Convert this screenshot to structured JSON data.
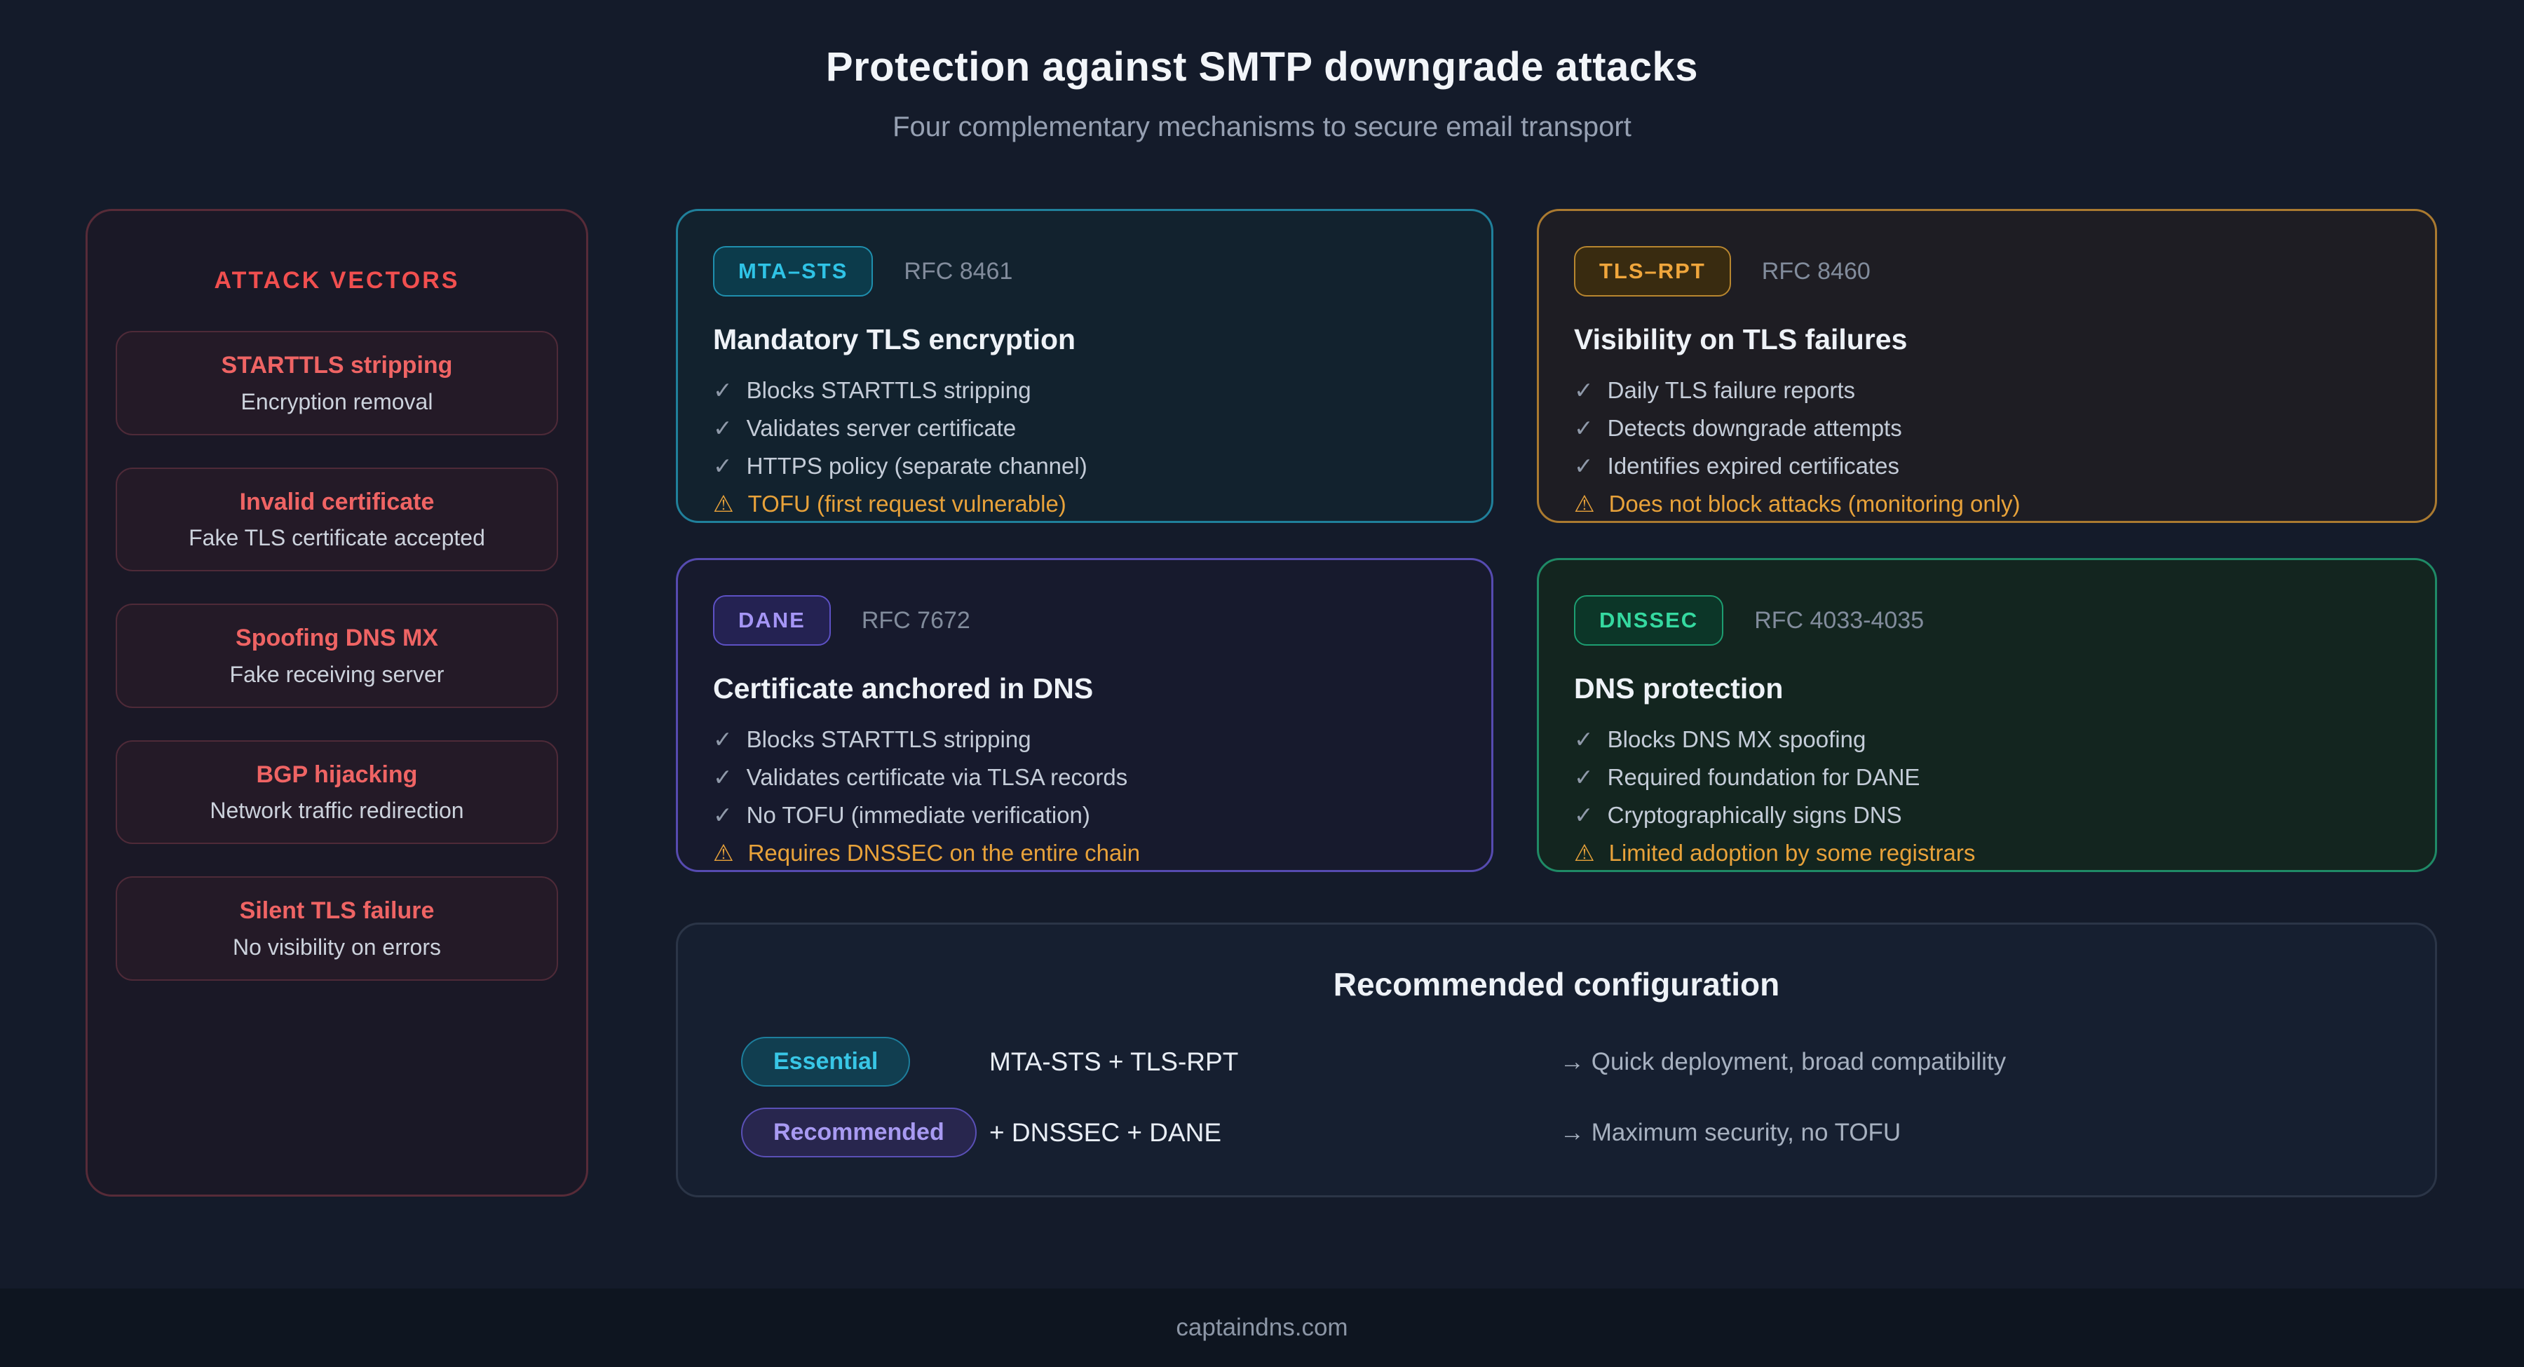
{
  "header": {
    "title": "Protection against SMTP downgrade attacks",
    "subtitle": "Four complementary mechanisms to secure email transport"
  },
  "icons": {
    "check": "✓",
    "warning": "⚠"
  },
  "attack_vectors": {
    "heading": "ATTACK VECTORS",
    "items": [
      {
        "title": "STARTTLS stripping",
        "desc": "Encryption removal"
      },
      {
        "title": "Invalid certificate",
        "desc": "Fake TLS certificate accepted"
      },
      {
        "title": "Spoofing DNS MX",
        "desc": "Fake receiving server"
      },
      {
        "title": "BGP hijacking",
        "desc": "Network traffic redirection"
      },
      {
        "title": "Silent TLS failure",
        "desc": "No visibility on errors"
      }
    ]
  },
  "cards": [
    {
      "badge": "MTA–STS",
      "rfc": "RFC 8461",
      "title": "Mandatory TLS encryption",
      "accent": "#2fc3e6",
      "points": [
        {
          "text": "Blocks STARTTLS stripping"
        },
        {
          "text": "Validates server certificate"
        },
        {
          "text": "HTTPS policy (separate channel)"
        },
        {
          "text": "TOFU (first request vulnerable)",
          "warning": true
        }
      ]
    },
    {
      "badge": "TLS–RPT",
      "rfc": "RFC 8460",
      "title": "Visibility on TLS failures",
      "accent": "#f0a63c",
      "points": [
        {
          "text": "Daily TLS failure reports"
        },
        {
          "text": "Detects downgrade attempts"
        },
        {
          "text": "Identifies expired certificates"
        },
        {
          "text": "Does not block attacks (monitoring only)",
          "warning": true
        }
      ]
    },
    {
      "badge": "DANE",
      "rfc": "RFC 7672",
      "title": "Certificate anchored in DNS",
      "accent": "#a596f6",
      "points": [
        {
          "text": "Blocks STARTTLS stripping"
        },
        {
          "text": "Validates certificate via TLSA records"
        },
        {
          "text": "No TOFU (immediate verification)"
        },
        {
          "text": "Requires DNSSEC on the entire chain",
          "warning": true
        }
      ]
    },
    {
      "badge": "DNSSEC",
      "rfc": "RFC 4033-4035",
      "title": "DNS protection",
      "accent": "#35d9a0",
      "points": [
        {
          "text": "Blocks DNS MX spoofing"
        },
        {
          "text": "Required foundation for DANE"
        },
        {
          "text": "Cryptographically signs DNS"
        },
        {
          "text": "Limited adoption by some registrars",
          "warning": true
        }
      ]
    }
  ],
  "recommendation": {
    "title": "Recommended configuration",
    "rows": [
      {
        "badge": "Essential",
        "combo": "MTA-STS + TLS-RPT",
        "note": "→ Quick deployment, broad compatibility"
      },
      {
        "badge": "Recommended",
        "combo": "+ DNSSEC + DANE",
        "note": "→ Maximum security, no TOFU"
      }
    ]
  },
  "footer": {
    "domain": "captaindns.com"
  }
}
